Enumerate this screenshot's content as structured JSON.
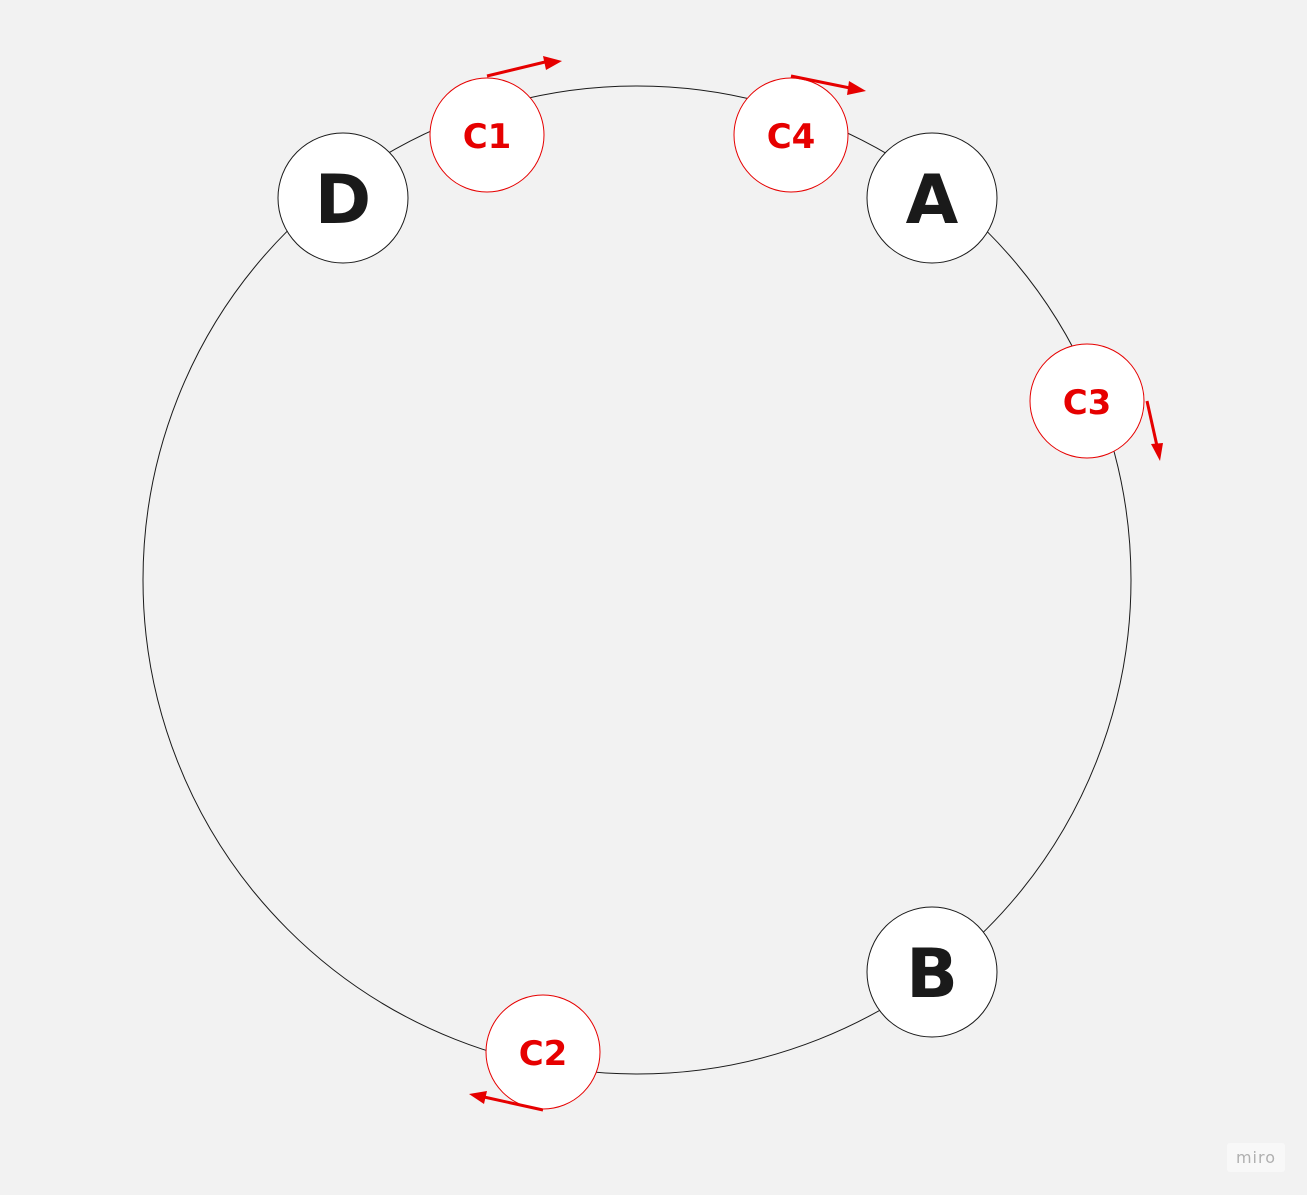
{
  "diagram": {
    "type": "consistent-hash-ring",
    "nodes": [
      {
        "id": "A",
        "label": "A"
      },
      {
        "id": "B",
        "label": "B"
      },
      {
        "id": "D",
        "label": "D"
      }
    ],
    "clients": [
      {
        "id": "C1",
        "label": "C1",
        "direction": "clockwise"
      },
      {
        "id": "C2",
        "label": "C2",
        "direction": "clockwise"
      },
      {
        "id": "C3",
        "label": "C3",
        "direction": "clockwise"
      },
      {
        "id": "C4",
        "label": "C4",
        "direction": "clockwise"
      }
    ],
    "colors": {
      "background": "#f2f2f2",
      "ring_stroke": "#1a1a1a",
      "node_fill": "#ffffff",
      "node_stroke": "#1a1a1a",
      "node_text": "#1a1a1a",
      "client_fill": "#ffffff",
      "client_stroke": "#e60000",
      "client_text": "#e60000",
      "arrow": "#e60000"
    }
  },
  "watermark": {
    "text": "miro"
  }
}
